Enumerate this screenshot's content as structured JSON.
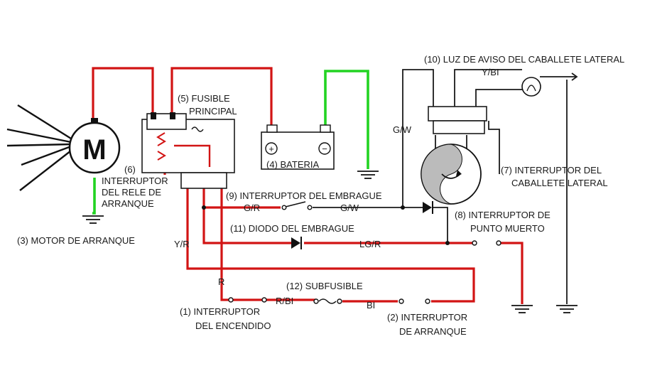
{
  "motor": {
    "symbol": "M",
    "label": "(3) MOTOR DE ARRANQUE"
  },
  "relay": {
    "number": "(6)",
    "line1": "INTERRUPTOR",
    "line2": "DEL RELE DE",
    "line3": "ARRANQUE"
  },
  "main_fuse": {
    "line1": "(5) FUSIBLE",
    "line2": "PRINCIPAL"
  },
  "battery": {
    "label": "(4) BATERIA"
  },
  "clutch_switch": {
    "label": "(9) INTERRUPTOR DEL EMBRAGUE"
  },
  "clutch_diode": {
    "label": "(11) DIODO DEL EMBRAGUE"
  },
  "subfuse": {
    "label": "(12) SUBFUSIBLE"
  },
  "ignition_switch": {
    "line1": "(1) INTERRUPTOR",
    "line2": "DEL ENCENDIDO"
  },
  "start_switch": {
    "line1": "(2) INTERRUPTOR",
    "line2": "DE ARRANQUE"
  },
  "warning_light": {
    "label": "(10) LUZ DE AVISO DEL CABALLETE LATERAL"
  },
  "sidestand_switch": {
    "line1": "(7) INTERRUPTOR DEL",
    "line2": "CABALLETE LATERAL"
  },
  "neutral_switch": {
    "line1": "(8) INTERRUPTOR DE",
    "line2": "PUNTO MUERTO"
  },
  "wire_codes": {
    "gr": "G/R",
    "gw_right": "G/W",
    "gw_top": "G/W",
    "yr": "Y/R",
    "lgr": "LG/R",
    "r": "R",
    "rbl": "R/BI",
    "bl": "BI",
    "ybl": "Y/BI"
  },
  "battery_terminals": {
    "plus": "+",
    "minus": "−"
  },
  "colors": {
    "wire_red": "#d21414",
    "wire_green": "#22d322",
    "ink": "#1a1a1a"
  }
}
